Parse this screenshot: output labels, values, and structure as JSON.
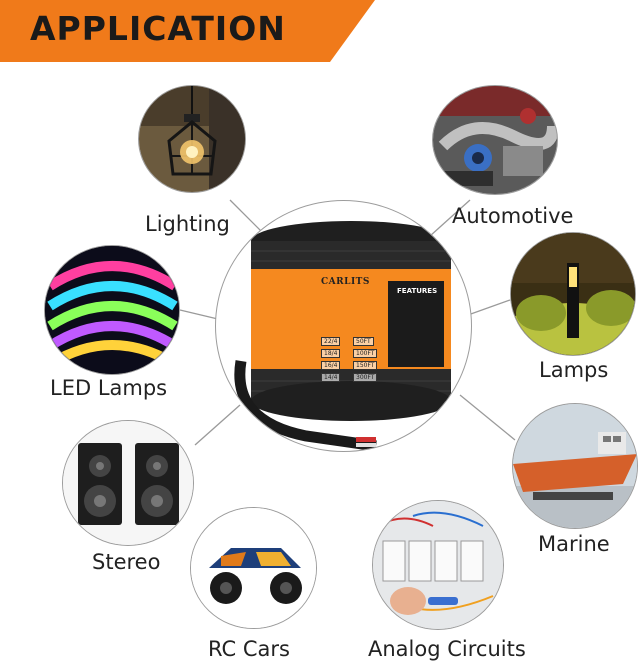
{
  "banner": {
    "title": "APPLICATION"
  },
  "center": {
    "brand": "CARLITS",
    "features_label": "FEATURES",
    "sizes": [
      "22/4",
      "50FT",
      "18/4",
      "100FT",
      "16/4",
      "150FT",
      "14/4",
      "300FT"
    ]
  },
  "applications": [
    {
      "label": "Lighting",
      "icon": "pendant-lamp-icon"
    },
    {
      "label": "Automotive",
      "icon": "car-engine-icon"
    },
    {
      "label": "LED Lamps",
      "icon": "led-strip-icon"
    },
    {
      "label": "Lamps",
      "icon": "garden-lamp-icon"
    },
    {
      "label": "Stereo",
      "icon": "speakers-icon"
    },
    {
      "label": "Marine",
      "icon": "boat-icon"
    },
    {
      "label": "RC Cars",
      "icon": "rc-truck-icon"
    },
    {
      "label": "Analog Circuits",
      "icon": "circuit-panel-icon"
    }
  ],
  "colors": {
    "banner": "#f07a1a",
    "spool": "#2a2a2a",
    "label_band": "#f5891f"
  }
}
